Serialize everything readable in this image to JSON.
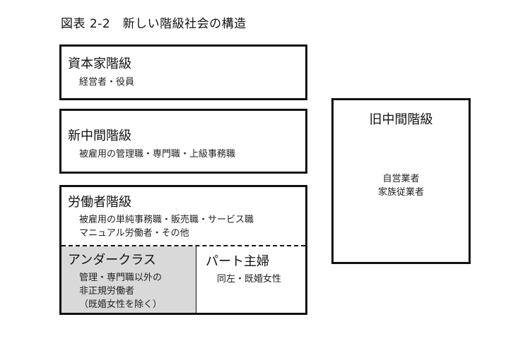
{
  "figure_title": "図表 2-2　新しい階級社会の構造",
  "classes": {
    "capitalist": {
      "name": "資本家階級",
      "members": [
        "経営者・役員"
      ]
    },
    "new_middle": {
      "name": "新中間階級",
      "members": [
        "被雇用の管理職・専門職・上級事務職"
      ]
    },
    "working": {
      "name": "労働者階級",
      "members": [
        "被雇用の単純事務職・販売職・サービス職",
        "マニュアル労働者・その他"
      ],
      "underclass": {
        "name": "アンダークラス",
        "members": [
          "管理・専門職以外の",
          "非正規労働者",
          "（既婚女性を除く）"
        ]
      },
      "part_time_housewife": {
        "name": "パート主婦",
        "members": [
          "同左・既婚女性"
        ]
      }
    },
    "old_middle": {
      "name": "旧中間階級",
      "members": [
        "自営業者",
        "家族従業者"
      ]
    }
  },
  "colors": {
    "border": "#111111",
    "underclass_fill": "#d9d9d9",
    "background": "#ffffff"
  }
}
